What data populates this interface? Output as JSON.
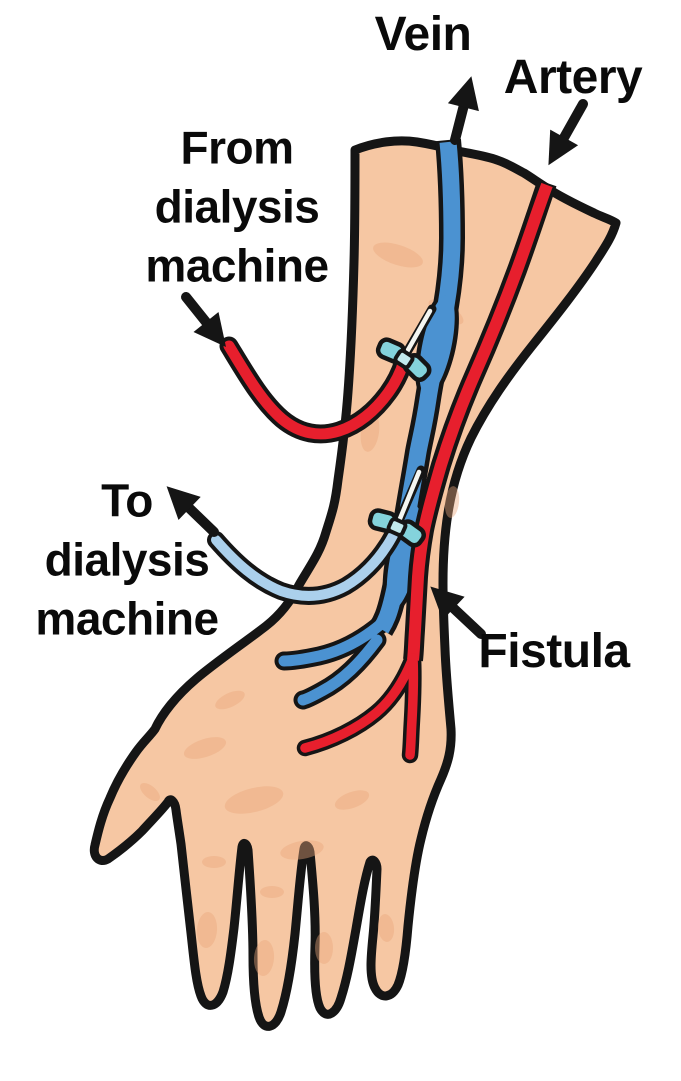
{
  "figure": {
    "labels": {
      "vein": "Vein",
      "artery": "Artery",
      "from_machine": "From\ndialysis\nmachine",
      "to_machine": "To\ndialysis\nmachine",
      "fistula": "Fistula"
    },
    "colors": {
      "background": "#ffffff",
      "outline": "#151515",
      "skin": "#f6c7a3",
      "skin_shadow": "#e9a87d",
      "vein_blue": "#4b92d1",
      "artery_red": "#e71f2d",
      "tube_red": "#e71f2d",
      "tube_return_blue": "#abd0ec",
      "wing_teal": "#84d3dc",
      "wing_hub": "#c2e9ec",
      "needle_white": "#f4f6f2",
      "label_text": "#0a0a0a"
    }
  }
}
